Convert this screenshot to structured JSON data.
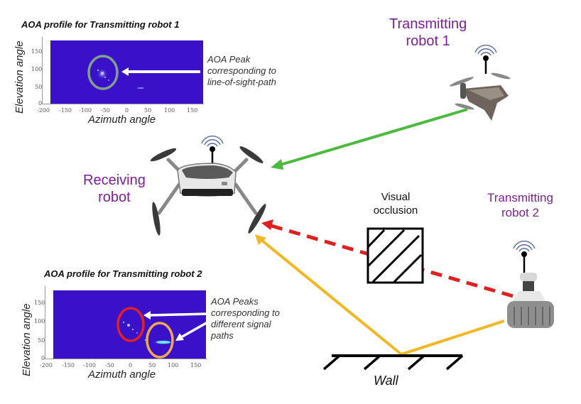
{
  "colors": {
    "heatmap_bg": "#3a10c8",
    "robot_label": "#7a1f98",
    "los_path": "#4cb93f",
    "occluded_path": "#e02020",
    "reflected_path": "#f2b824",
    "ring_plot1": "#7fa08a",
    "ring_plot2_red": "#e0202a",
    "ring_plot2_orange": "#f0a850"
  },
  "plot1": {
    "title": "AOA profile for Transmitting robot 1",
    "ylabel": "Elevation angle",
    "xlabel": "Azimuth angle",
    "xticks": [
      "-200",
      "-150",
      "-100",
      "-50",
      "0",
      "50",
      "100",
      "150"
    ],
    "yticks": [
      "0",
      "50",
      "100",
      "150"
    ],
    "annotation": [
      "AOA Peak",
      "corresponding to",
      "line-of-sight-path"
    ],
    "peaks": [
      {
        "azimuth": -55,
        "elevation": 85,
        "marker": "ring_plot1"
      }
    ]
  },
  "plot2": {
    "title": "AOA profile for Transmitting robot 2",
    "ylabel": "Elevation angle",
    "xlabel": "Azimuth angle",
    "xticks": [
      "-200",
      "-150",
      "-100",
      "-50",
      "0",
      "50",
      "100",
      "150"
    ],
    "yticks": [
      "0",
      "50",
      "100",
      "150"
    ],
    "annotation": [
      "AOA Peaks",
      "corresponding to",
      "different signal",
      "paths"
    ],
    "peaks": [
      {
        "azimuth": 0,
        "elevation": 85,
        "marker": "ring_plot2_red"
      },
      {
        "azimuth": 75,
        "elevation": 45,
        "marker": "ring_plot2_orange"
      }
    ]
  },
  "scene": {
    "receiving_robot": [
      "Receiving",
      "robot"
    ],
    "transmitting_robot_1": [
      "Transmitting",
      "robot 1"
    ],
    "transmitting_robot_2": [
      "Transmitting",
      "robot 2"
    ],
    "occlusion": [
      "Visual",
      "occlusion"
    ],
    "wall": "Wall"
  },
  "icons": {
    "antenna": "wifi-antenna-icon",
    "drone": "quadcopter-icon",
    "ground_robot": "tracked-robot-icon"
  }
}
